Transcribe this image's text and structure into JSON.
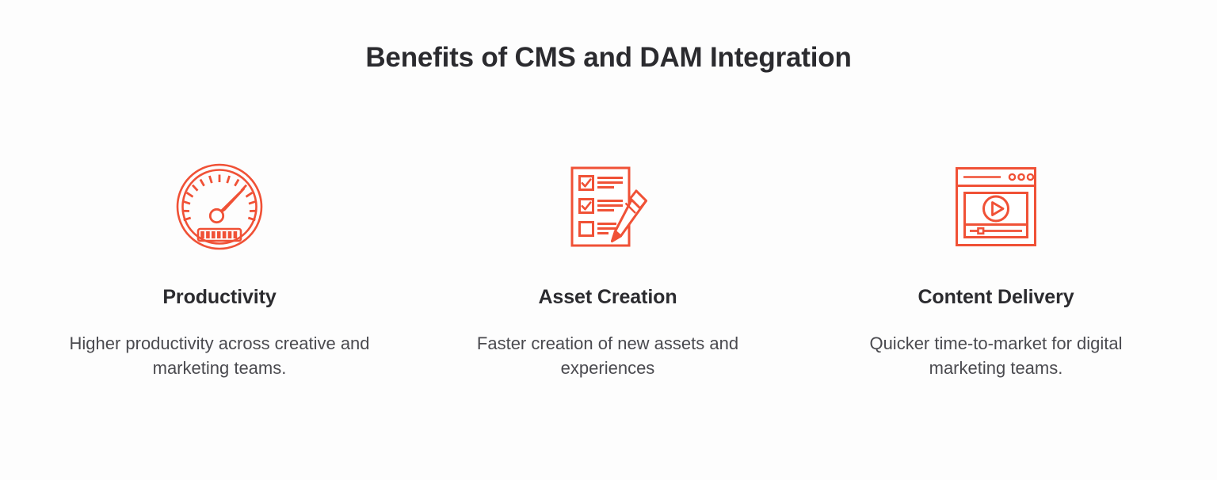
{
  "header": {
    "title": "Benefits of CMS and DAM Integration"
  },
  "theme": {
    "accent": "#F05136",
    "title_color": "#2b2b2f",
    "body_color": "#4a4a4f",
    "background": "#fdfdfd"
  },
  "cards": [
    {
      "icon": "speedometer-icon",
      "title": "Productivity",
      "description": "Higher productivity across creative and marketing teams."
    },
    {
      "icon": "checklist-pencil-icon",
      "title": "Asset Creation",
      "description": "Faster creation of new assets and experiences"
    },
    {
      "icon": "browser-video-player-icon",
      "title": "Content Delivery",
      "description": "Quicker time-to-market for digital marketing teams."
    }
  ]
}
